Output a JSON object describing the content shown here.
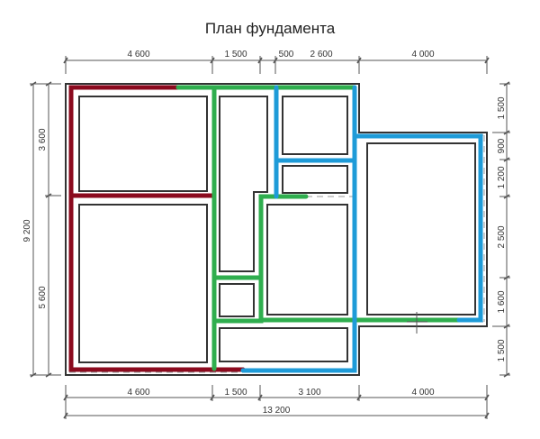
{
  "title": "План фундамента",
  "colors": {
    "red_line": "#8b0a1e",
    "green_line": "#2fae4e",
    "blue_line": "#1e9bd8",
    "wall": "#333333",
    "dim_line": "#555555"
  },
  "dimensions": {
    "top": [
      "4 600",
      "1 500",
      "500",
      "2 600",
      "4 000"
    ],
    "bottom": [
      "4 600",
      "1 500",
      "3 100",
      "4 000"
    ],
    "bottom_total": "13 200",
    "left_inner": [
      "3 600",
      "5 600"
    ],
    "left_total": "9 200",
    "right": [
      "1 500",
      "900",
      "1 200",
      "2 500",
      "1 600",
      "1 500"
    ]
  }
}
